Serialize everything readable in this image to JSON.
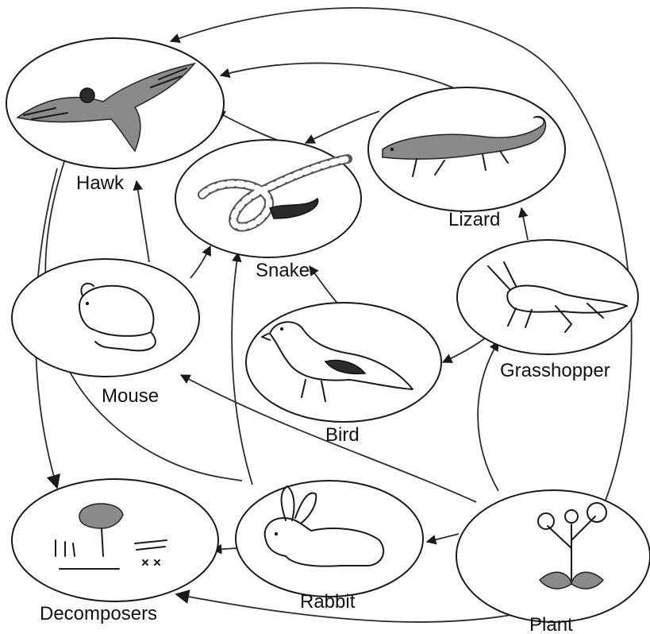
{
  "organisms": {
    "hawk": "Hawk",
    "snake": "Snake",
    "lizard": "Lizard",
    "mouse": "Mouse",
    "bird": "Bird",
    "grasshopper": "Grasshopper",
    "decomposers": "Decomposers",
    "rabbit": "Rabbit",
    "plant": "Plant"
  },
  "feeding_links": [
    [
      "Plant",
      "Rabbit"
    ],
    [
      "Plant",
      "Grasshopper"
    ],
    [
      "Plant",
      "Mouse"
    ],
    [
      "Grasshopper",
      "Lizard"
    ],
    [
      "Grasshopper",
      "Bird"
    ],
    [
      "Mouse",
      "Hawk"
    ],
    [
      "Mouse",
      "Snake"
    ],
    [
      "Bird",
      "Snake"
    ],
    [
      "Rabbit",
      "Snake"
    ],
    [
      "Lizard",
      "Hawk"
    ],
    [
      "Lizard",
      "Snake"
    ],
    [
      "Snake",
      "Hawk"
    ],
    [
      "Plant",
      "Hawk"
    ],
    [
      "Hawk",
      "Decomposers"
    ],
    [
      "Rabbit",
      "Decomposers"
    ],
    [
      "Plant",
      "Decomposers"
    ]
  ]
}
